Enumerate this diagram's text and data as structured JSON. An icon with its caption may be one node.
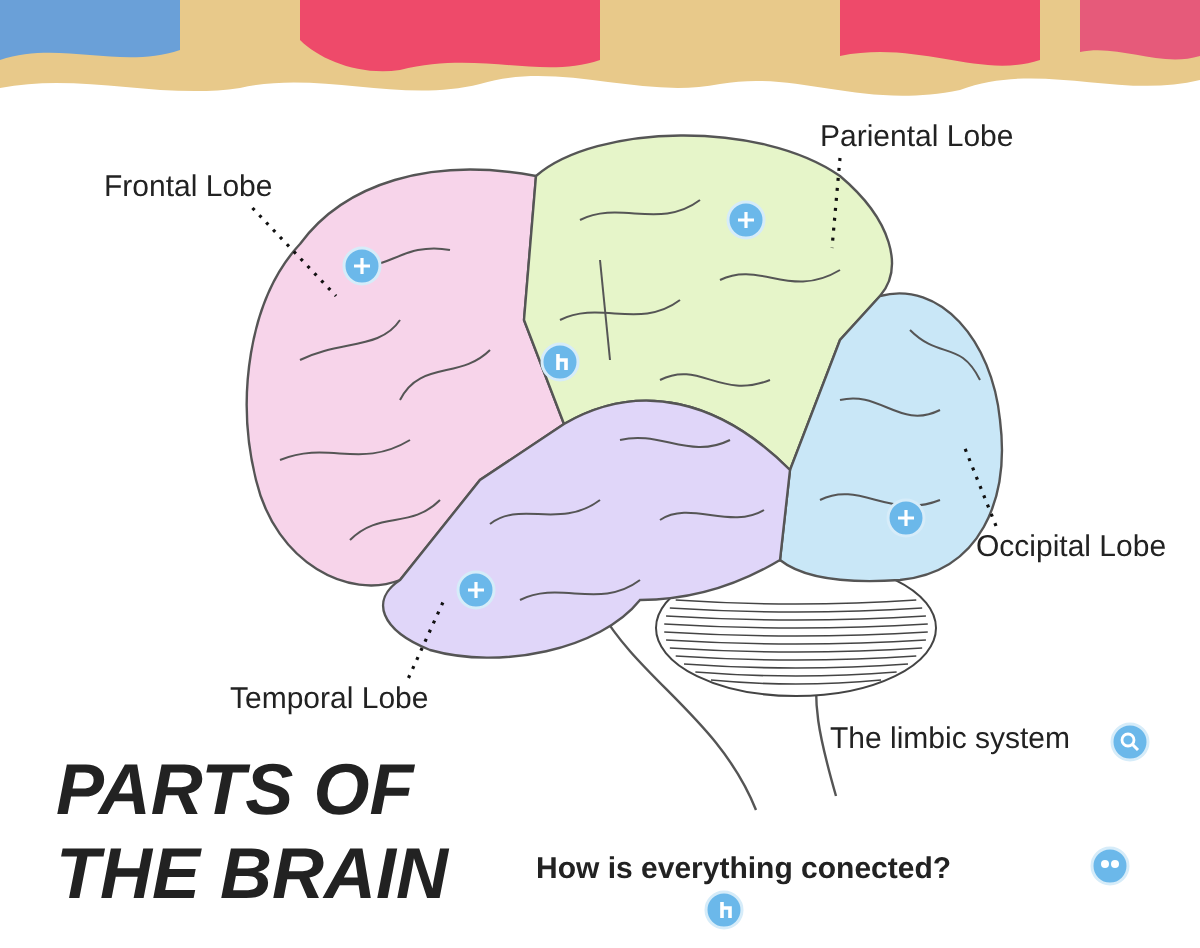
{
  "diagram": {
    "title": "PARTS OF THE BRAIN",
    "nodes": [
      {
        "text": [
          "Frontal Lobe"
        ]
      },
      {
        "text": [
          "Pariental Lobe"
        ]
      },
      {
        "text": [
          "Occipital Lobe"
        ]
      },
      {
        "text": [
          "Temporal Lobe"
        ]
      },
      {
        "text": [],
        "shape": "picture"
      },
      {
        "text": [],
        "shape": "picture"
      },
      {
        "text": [],
        "shape": "picture"
      },
      {
        "text": [],
        "shape": "picture"
      }
    ],
    "edges": [
      {
        "from": 0,
        "to": 4,
        "arrow": "none"
      },
      {
        "from": 1,
        "to": 5,
        "arrow": "none"
      },
      {
        "from": 2,
        "to": 6,
        "arrow": "none"
      },
      {
        "from": 3,
        "to": 7,
        "arrow": "none"
      }
    ],
    "labels": [
      "The limbic system",
      "How is everything conected?"
    ]
  }
}
